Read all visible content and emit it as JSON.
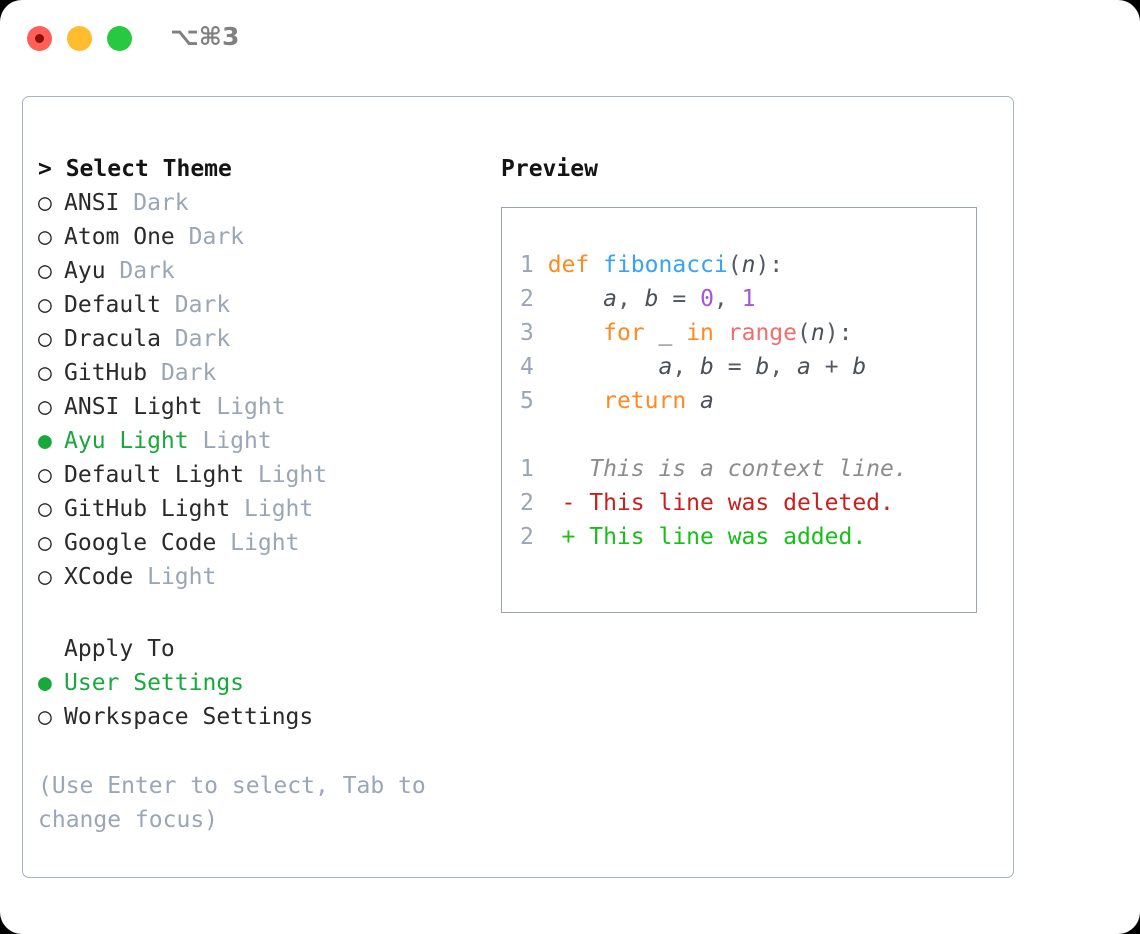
{
  "titlebar": {
    "shortcut": "⌥⌘3",
    "buttons": [
      {
        "name": "close",
        "color": "#ff5f57"
      },
      {
        "name": "minimize",
        "color": "#febc2e"
      },
      {
        "name": "maximize",
        "color": "#28c840"
      }
    ]
  },
  "theme_picker": {
    "header_prefix": "> ",
    "header": "Select Theme",
    "unselected_bullet": "○ ",
    "selected_bullet": "● ",
    "items": [
      {
        "label": "ANSI",
        "suffix": "Dark",
        "selected": false
      },
      {
        "label": "Atom One",
        "suffix": "Dark",
        "selected": false
      },
      {
        "label": "Ayu",
        "suffix": "Dark",
        "selected": false
      },
      {
        "label": "Default",
        "suffix": "Dark",
        "selected": false
      },
      {
        "label": "Dracula",
        "suffix": "Dark",
        "selected": false
      },
      {
        "label": "GitHub",
        "suffix": "Dark",
        "selected": false
      },
      {
        "label": "ANSI Light",
        "suffix": "Light",
        "selected": false
      },
      {
        "label": "Ayu Light",
        "suffix": "Light",
        "selected": true
      },
      {
        "label": "Default Light",
        "suffix": "Light",
        "selected": false
      },
      {
        "label": "GitHub Light",
        "suffix": "Light",
        "selected": false
      },
      {
        "label": "Google Code",
        "suffix": "Light",
        "selected": false
      },
      {
        "label": "XCode",
        "suffix": "Light",
        "selected": false
      }
    ]
  },
  "apply_to": {
    "header": "Apply To",
    "items": [
      {
        "label": "User Settings",
        "selected": true
      },
      {
        "label": "Workspace Settings",
        "selected": false
      }
    ]
  },
  "hint": "(Use Enter to select, Tab to change focus)",
  "preview": {
    "title": "Preview",
    "code_lines": [
      {
        "no": "1",
        "tokens": [
          {
            "t": "def",
            "c": "kw"
          },
          {
            "t": " ",
            "c": "pun"
          },
          {
            "t": "fibonacci",
            "c": "fn"
          },
          {
            "t": "(",
            "c": "pun"
          },
          {
            "t": "n",
            "c": "var"
          },
          {
            "t": "):",
            "c": "pun"
          }
        ]
      },
      {
        "no": "2",
        "tokens": [
          {
            "t": "    ",
            "c": "pun"
          },
          {
            "t": "a",
            "c": "var"
          },
          {
            "t": ", ",
            "c": "pun"
          },
          {
            "t": "b",
            "c": "var"
          },
          {
            "t": " = ",
            "c": "pun"
          },
          {
            "t": "0",
            "c": "num"
          },
          {
            "t": ", ",
            "c": "pun"
          },
          {
            "t": "1",
            "c": "num"
          }
        ]
      },
      {
        "no": "3",
        "tokens": [
          {
            "t": "    ",
            "c": "pun"
          },
          {
            "t": "for",
            "c": "kw"
          },
          {
            "t": " _ ",
            "c": "pun"
          },
          {
            "t": "in",
            "c": "kw"
          },
          {
            "t": " ",
            "c": "pun"
          },
          {
            "t": "range",
            "c": "bi"
          },
          {
            "t": "(",
            "c": "pun"
          },
          {
            "t": "n",
            "c": "var"
          },
          {
            "t": "):",
            "c": "pun"
          }
        ]
      },
      {
        "no": "4",
        "tokens": [
          {
            "t": "        ",
            "c": "pun"
          },
          {
            "t": "a",
            "c": "var"
          },
          {
            "t": ", ",
            "c": "pun"
          },
          {
            "t": "b",
            "c": "var"
          },
          {
            "t": " = ",
            "c": "pun"
          },
          {
            "t": "b",
            "c": "var"
          },
          {
            "t": ", ",
            "c": "pun"
          },
          {
            "t": "a",
            "c": "var"
          },
          {
            "t": " + ",
            "c": "pun"
          },
          {
            "t": "b",
            "c": "var"
          }
        ]
      },
      {
        "no": "5",
        "tokens": [
          {
            "t": "    ",
            "c": "pun"
          },
          {
            "t": "return",
            "c": "kw"
          },
          {
            "t": " ",
            "c": "pun"
          },
          {
            "t": "a",
            "c": "var"
          }
        ]
      }
    ],
    "diff_lines": [
      {
        "no": "1",
        "marker": " ",
        "text": "This is a context line.",
        "kind": "ctx"
      },
      {
        "no": "2",
        "marker": "-",
        "text": "This line was deleted.",
        "kind": "del"
      },
      {
        "no": "2",
        "marker": "+",
        "text": "This line was added.",
        "kind": "add"
      }
    ]
  },
  "colors": {
    "keyword": "#ff8a20",
    "function": "#36a3f7",
    "number": "#a855d6",
    "builtin": "#f26d6d",
    "variable": "#4a5058",
    "gutter": "#9aa5b5",
    "diff_add": "#17c017",
    "diff_del": "#cc1d1d",
    "selection": "#17a93b",
    "muted": "#9aa5b5",
    "panel_border": "#aab3c2",
    "preview_border": "#9aa3b0"
  }
}
